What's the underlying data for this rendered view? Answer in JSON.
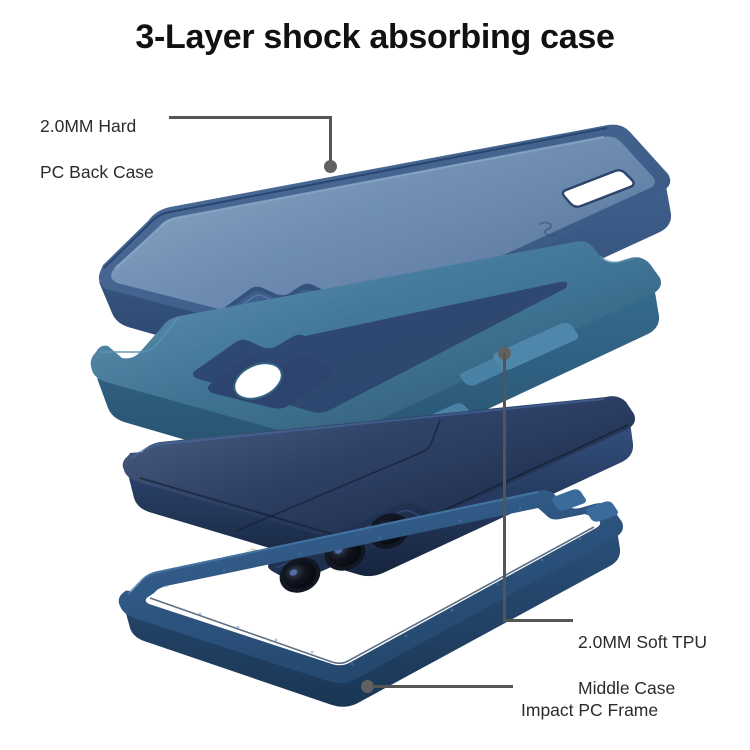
{
  "page": {
    "background_color": "#ffffff",
    "title": "3-Layer shock absorbing case",
    "title_color": "#111111"
  },
  "callouts": [
    {
      "id": "back-case",
      "label": "2.0MM Hard\nPC Back Case",
      "line1": "2.0MM Hard",
      "line2": "PC Back Case",
      "leader_color": "#555555",
      "marker_color": "#616161",
      "points_to": "hard-pc-back-case-layer"
    },
    {
      "id": "tpu-middle",
      "label": "2.0MM Soft TPU\nMiddle Case",
      "line1": "2.0MM Soft TPU",
      "line2": "Middle Case",
      "leader_color": "#555555",
      "marker_color": "#616161",
      "points_to": "soft-tpu-middle-case-layer"
    },
    {
      "id": "pc-frame",
      "label": "Impact PC Frame",
      "line1": "Impact PC Frame",
      "line2": "",
      "leader_color": "#555555",
      "marker_color": "#616161",
      "points_to": "impact-pc-frame-layer"
    }
  ],
  "layers": [
    {
      "id": "hard-pc-back-case-layer",
      "name": "2.0MM Hard PC Back Case",
      "order": 1,
      "face_color": "#6d8cb2",
      "edge_color": "#2f4a75",
      "side_color": "#3b5b86",
      "features": [
        "camera-cutout",
        "side-button-rail",
        "speaker-slot",
        "embossed-logo"
      ]
    },
    {
      "id": "soft-tpu-middle-case-layer",
      "name": "2.0MM Soft TPU Middle Case",
      "order": 2,
      "face_color": "#3d7496",
      "edge_color": "#2b5775",
      "side_color": "#32648a",
      "inner_color": "#2c446e",
      "features": [
        "camera-hole",
        "button-bumps",
        "corner-bumpers"
      ]
    },
    {
      "id": "phone-device",
      "name": "Smartphone",
      "order": 3,
      "body_color": "#24365c",
      "back_color": "#2a3f68",
      "camera_module_color": "#1d2e50",
      "lens_color": "#0c0f18",
      "flash_color": "#d8d2bc",
      "lens_count": 3
    },
    {
      "id": "impact-pc-frame-layer",
      "name": "Impact PC Frame",
      "order": 4,
      "face_color": "#2d5580",
      "edge_color": "#1e3f63",
      "highlight_color": "#3f6d9c",
      "features": [
        "open-bezel-ring",
        "button-tabs"
      ]
    }
  ]
}
